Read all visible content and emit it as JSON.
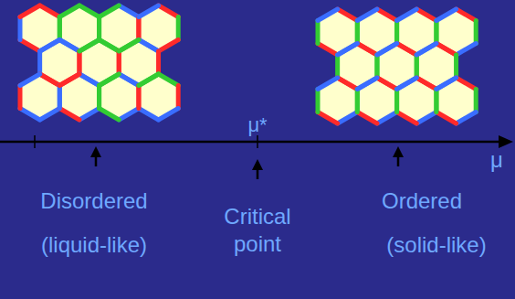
{
  "diagram": {
    "labels": [
      "Disordered",
      "(liquid-like)",
      "μ*",
      "Critical point",
      "Ordered",
      "(solid-like)",
      "μ"
    ]
  }
}
